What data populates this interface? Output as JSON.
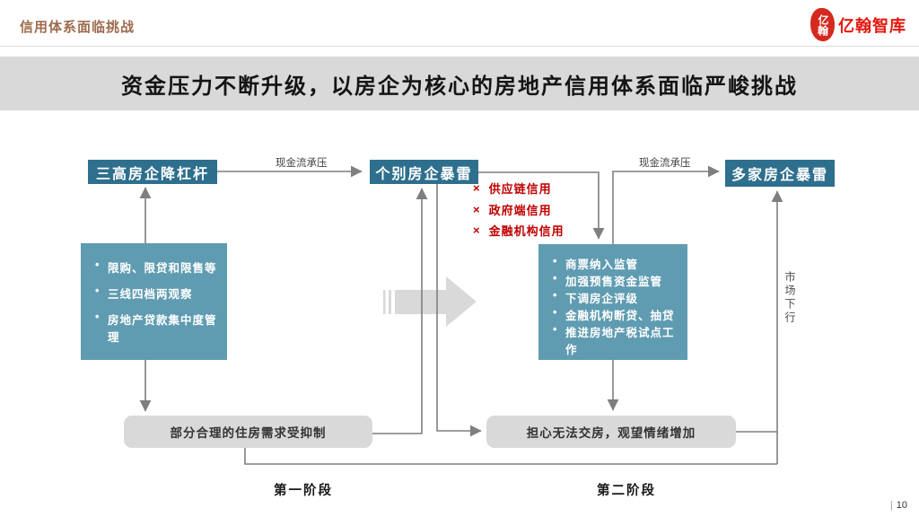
{
  "header": {
    "section_title": "信用体系面临挑战",
    "logo_seal": "亿翰",
    "logo_text": "亿翰智库"
  },
  "title": {
    "text": "资金压力不断升级，以房企为核心的房地产信用体系面临严峻挑战"
  },
  "diagram": {
    "nodes": {
      "stage1": "三高房企降杠杆",
      "stage2": "个别房企暴雷",
      "stage3": "多家房企暴雷"
    },
    "flow_labels": {
      "cashflow_left": "现金流承压",
      "cashflow_right": "现金流承压",
      "market_down": "市场下行"
    },
    "bullet": "•",
    "policy_left": [
      "限购、限贷和限售等",
      "三线四档两观察",
      "房地产贷款集中度管理"
    ],
    "policy_right": [
      "商票纳入监管",
      "加强预售资金监管",
      "下调房企评级",
      "金融机构断贷、抽贷",
      "推进房地产税试点工作"
    ],
    "credit_mark": "×",
    "credit_items": [
      "供应链信用",
      "政府端信用",
      "金融机构信用"
    ],
    "results": {
      "left": "部分合理的住房需求受抑制",
      "right": "担心无法交房，观望情绪增加"
    },
    "stages": {
      "first": "第一阶段",
      "second": "第二阶段"
    }
  },
  "footer": {
    "divider": "|",
    "page_number": "10"
  },
  "colors": {
    "teal_dark": "#2e6f8e",
    "teal_light": "#609cb1",
    "panel_gray": "#d9d9d9",
    "line_gray": "#7f7f7f",
    "alert_red": "#c00000",
    "brand_red": "#e3170d",
    "section_brown": "#9e6b4e"
  }
}
